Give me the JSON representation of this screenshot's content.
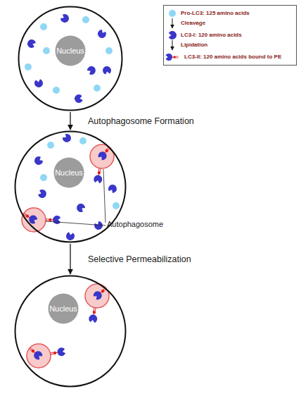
{
  "diagram": {
    "nodes": [
      {
        "text": []
      },
      {
        "text": [
          "Nucleus"
        ],
        "in": 0
      },
      {
        "text": []
      },
      {
        "text": [
          "Nucleus"
        ],
        "in": 2
      },
      {
        "text": []
      },
      {
        "text": [
          "Nucleus"
        ],
        "in": 4
      }
    ],
    "edges": [
      {
        "from": 0,
        "to": 2,
        "arrow": "to",
        "label": "Autophagosome Formation"
      },
      {
        "from": 2,
        "to": 4,
        "arrow": "to",
        "label": "Selective Permeabilization"
      }
    ],
    "labels": [
      "Cleavage",
      "Lipidation",
      "Autophagosome"
    ],
    "legend": [
      {
        "text": "Pro-LC3: 125 amino acids",
        "color": "#8fd7f5"
      },
      {
        "text": "LC3-I: 120 amino acids",
        "color": "#3a36c9"
      },
      {
        "text": "LC3-II: 120 amino acids bound to PE"
      }
    ]
  }
}
